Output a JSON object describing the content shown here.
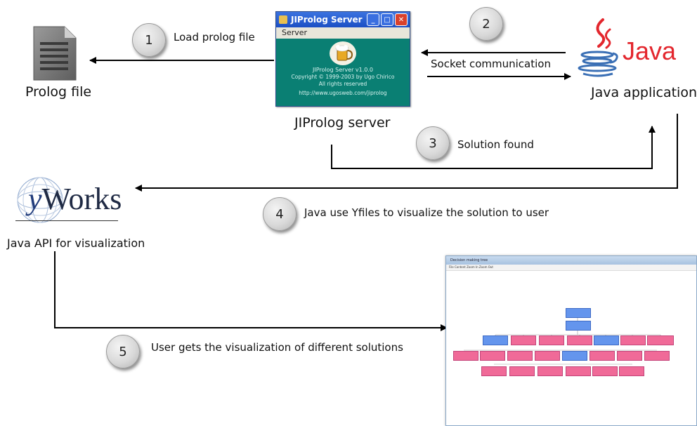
{
  "labels": {
    "prolog_file": "Prolog file",
    "jiprolog_server": "JIProlog server",
    "java_application": "Java application",
    "yworks_caption": "Java API for visualization"
  },
  "steps": [
    {
      "number": "1",
      "text": "Load prolog file"
    },
    {
      "number": "2",
      "text": "Socket communication"
    },
    {
      "number": "3",
      "text": "Solution found"
    },
    {
      "number": "4",
      "text": "Java use Yfiles to visualize the solution to user"
    },
    {
      "number": "5",
      "text": "User gets the visualization of different solutions"
    }
  ],
  "jiprolog_window": {
    "title": "JIProlog Server",
    "menu": "Server",
    "version": "JIProlog Server v1.0.0",
    "copyright": "Copyright © 1999-2003 by Ugo Chirico",
    "rights": "All rights reserved",
    "url": "http://www.ugosweb.com/jiprolog"
  },
  "java_logo": {
    "text": "Java",
    "color": "#e3262d"
  },
  "yworks_logo": {
    "text_y": "y",
    "text_rest": "Works"
  },
  "yfiles_window": {
    "title": "Decision making tree",
    "menu": "File   Content   Zoom In   Zoom Out"
  },
  "colors": {
    "node_pink": "#f06a98",
    "node_blue": "#6495ed",
    "window_teal": "#0a7f73"
  }
}
